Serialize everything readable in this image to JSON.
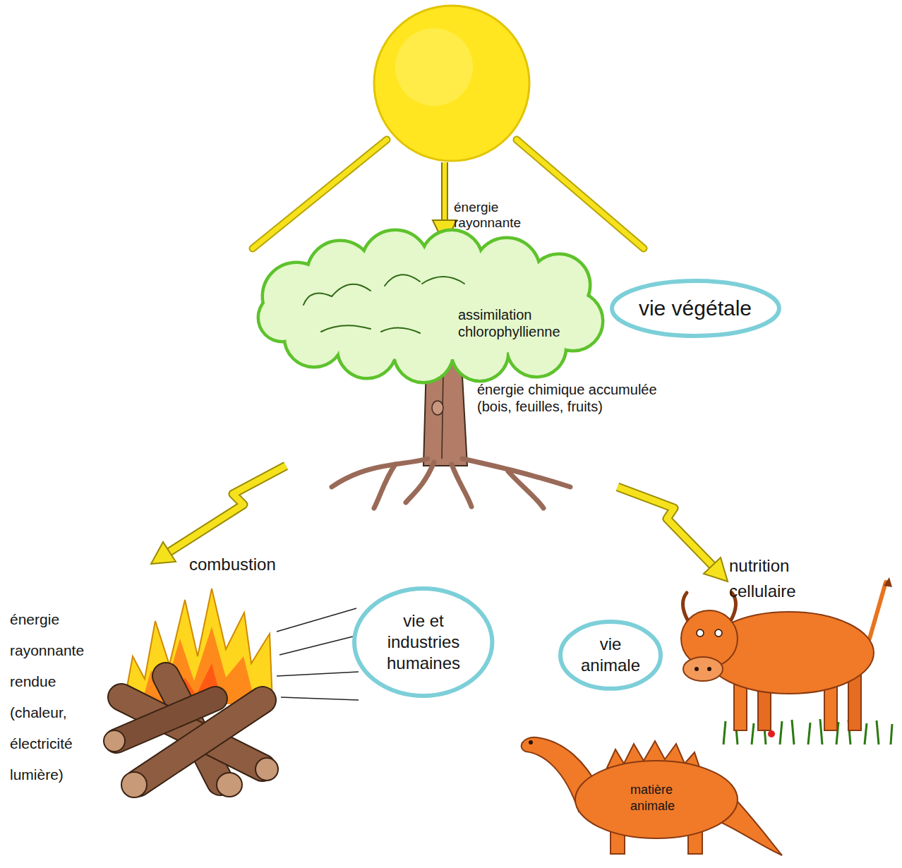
{
  "diagram": {
    "nodes": [
      {
        "text": [
          "vie végétale"
        ]
      },
      {
        "text": [
          "vie et industries humaines"
        ]
      },
      {
        "text": [
          "vie animale"
        ]
      }
    ],
    "labels": [
      "énergie rayonnante",
      "assimilation chlorophyllienne",
      "énergie chimique accumulée (bois, feuilles, fruits)",
      "combustion",
      "nutrition cellulaire",
      "énergie rayonnante rendue (chaleur, électricité lumière)",
      "matière animale"
    ]
  }
}
